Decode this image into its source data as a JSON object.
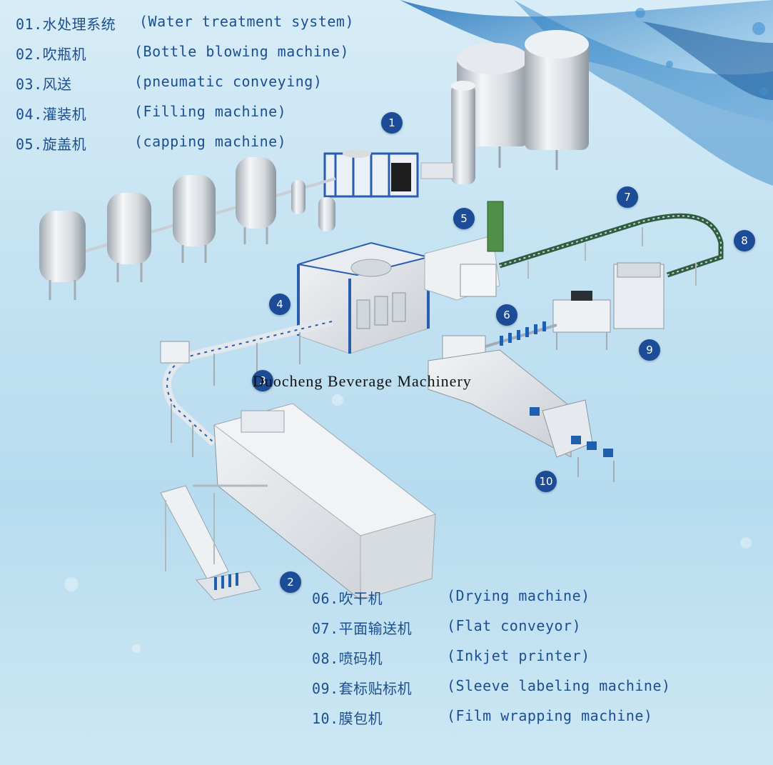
{
  "legend_top": [
    {
      "cn": "01.水处理系统",
      "en": "(Water treatment system)"
    },
    {
      "cn": "02.吹瓶机",
      "en": "(Bottle blowing machine)"
    },
    {
      "cn": "03.风送",
      "en": "(pneumatic conveying)"
    },
    {
      "cn": "04.灌装机",
      "en": "(Filling machine)"
    },
    {
      "cn": "05.旋盖机",
      "en": "(capping machine)"
    }
  ],
  "legend_bottom": [
    {
      "cn": "06.吹干机",
      "en": "(Drying machine)"
    },
    {
      "cn": "07.平面输送机",
      "en": "(Flat conveyor)"
    },
    {
      "cn": "08.喷码机",
      "en": "(Inkjet printer)"
    },
    {
      "cn": "09.套标贴标机",
      "en": "(Sleeve labeling machine)"
    },
    {
      "cn": "10.膜包机",
      "en": "(Film wrapping machine)"
    }
  ],
  "badges": [
    "1",
    "2",
    "3",
    "4",
    "5",
    "6",
    "7",
    "8",
    "9",
    "10"
  ],
  "watermark": "Duocheng Beverage Machinery",
  "colors": {
    "badge": "#1c4c97",
    "legend_text": "#1b4f8f",
    "water": "#2a7fc4",
    "frame": "#2a5db0"
  }
}
